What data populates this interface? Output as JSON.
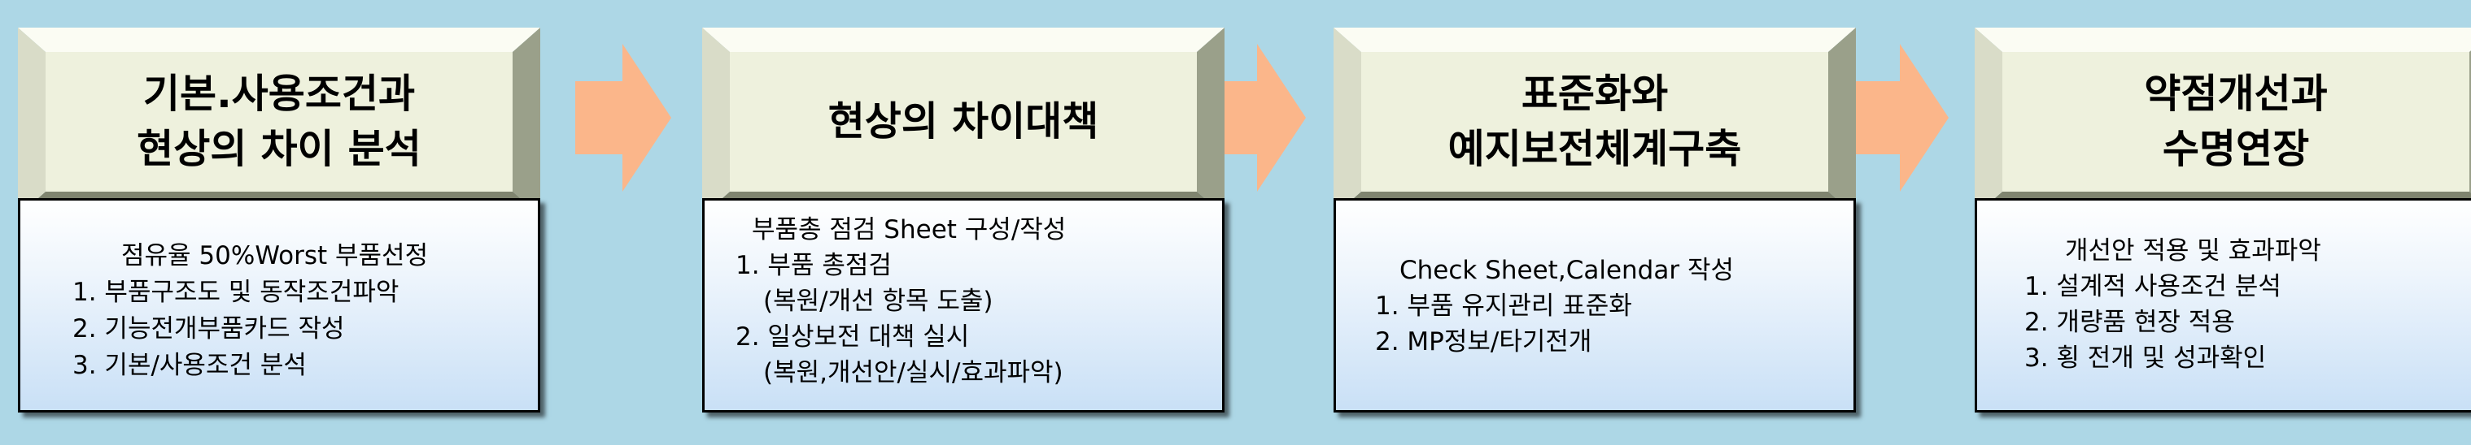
{
  "colors": {
    "background": "#add7e6",
    "header_face": "#eef1dd",
    "arrow": "#fbb68a",
    "content_border": "#000000"
  },
  "stages": [
    {
      "title_lines": [
        "기본.사용조건과",
        "현상의 차이 분석"
      ],
      "items": [
        "점유율 50%Worst 부품선정",
        "1. 부품구조도 및 동작조건파악",
        "2. 기능전개부품카드 작성",
        "3. 기본/사용조건 분석"
      ]
    },
    {
      "title_lines": [
        "현상의 차이대책"
      ],
      "items": [
        "부품총 점검 Sheet 구성/작성",
        "1. 부품 총점검",
        "(복원/개선 항목 도출)",
        "2. 일상보전 대책 실시",
        "(복원,개선안/실시/효과파악)"
      ]
    },
    {
      "title_lines": [
        "표준화와",
        "예지보전체계구축"
      ],
      "items": [
        "Check Sheet,Calendar 작성",
        "1. 부품 유지관리 표준화",
        "2. MP정보/타기전개"
      ]
    },
    {
      "title_lines": [
        "약점개선과",
        "수명연장"
      ],
      "items": [
        "개선안 적용 및 효과파악",
        "1. 설계적 사용조건 분석",
        "2. 개량품 현장 적용",
        "3. 횡 전개 및 성과확인"
      ]
    }
  ]
}
